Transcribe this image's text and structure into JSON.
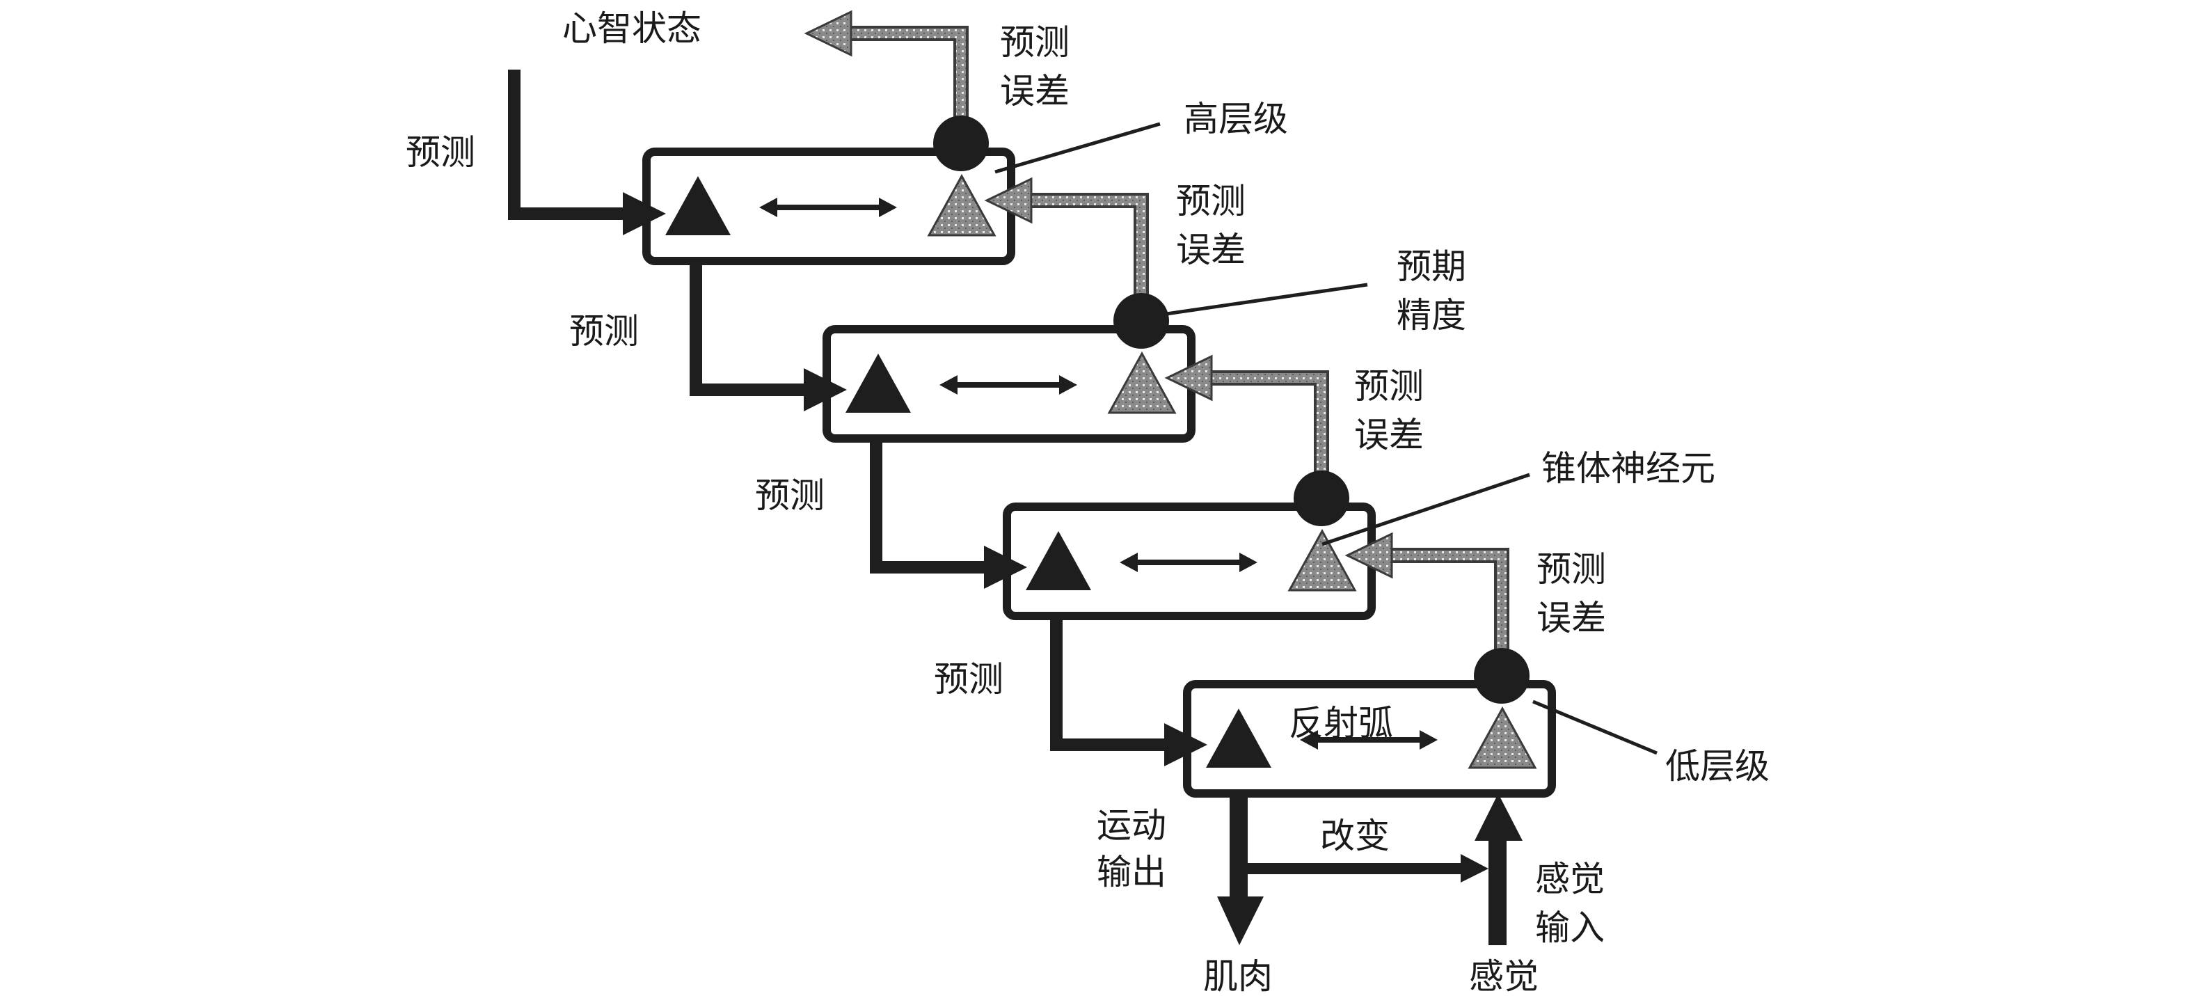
{
  "title": "Hierarchical predictive coding diagram",
  "colors": {
    "ink": "#1e1e1e",
    "error_fill": "#8a8a8a",
    "error_outline": "#3a3a3a",
    "background": "#ffffff"
  },
  "labels": {
    "mental_state": "心智状态",
    "top_error": [
      "预测",
      "误差"
    ],
    "high_level": "高层级",
    "expected_precision": [
      "预期",
      "精度"
    ],
    "pyramidal_neuron": "锥体神经元",
    "low_level": "低层级",
    "reflex_arc": "反射弧",
    "motor_output": [
      "运动",
      "输出"
    ],
    "change": "改变",
    "sensory_input": [
      "感觉",
      "输入"
    ],
    "muscle": "肌肉",
    "sensation": "感觉"
  },
  "levels": [
    {
      "name": "level-1-highest",
      "prediction_label": "预测",
      "error_label": [
        "预测",
        "误差"
      ]
    },
    {
      "name": "level-2",
      "prediction_label": "预测",
      "error_label": [
        "预测",
        "误差"
      ]
    },
    {
      "name": "level-3",
      "prediction_label": "预测",
      "error_label": [
        "预测",
        "误差"
      ]
    },
    {
      "name": "level-4-lowest",
      "prediction_label": "预测",
      "error_label": [
        "预测",
        "误差"
      ]
    }
  ],
  "legend": {
    "black_triangle": "prediction unit",
    "gray_triangle": "prediction error unit",
    "black_circle": "precision gain"
  }
}
